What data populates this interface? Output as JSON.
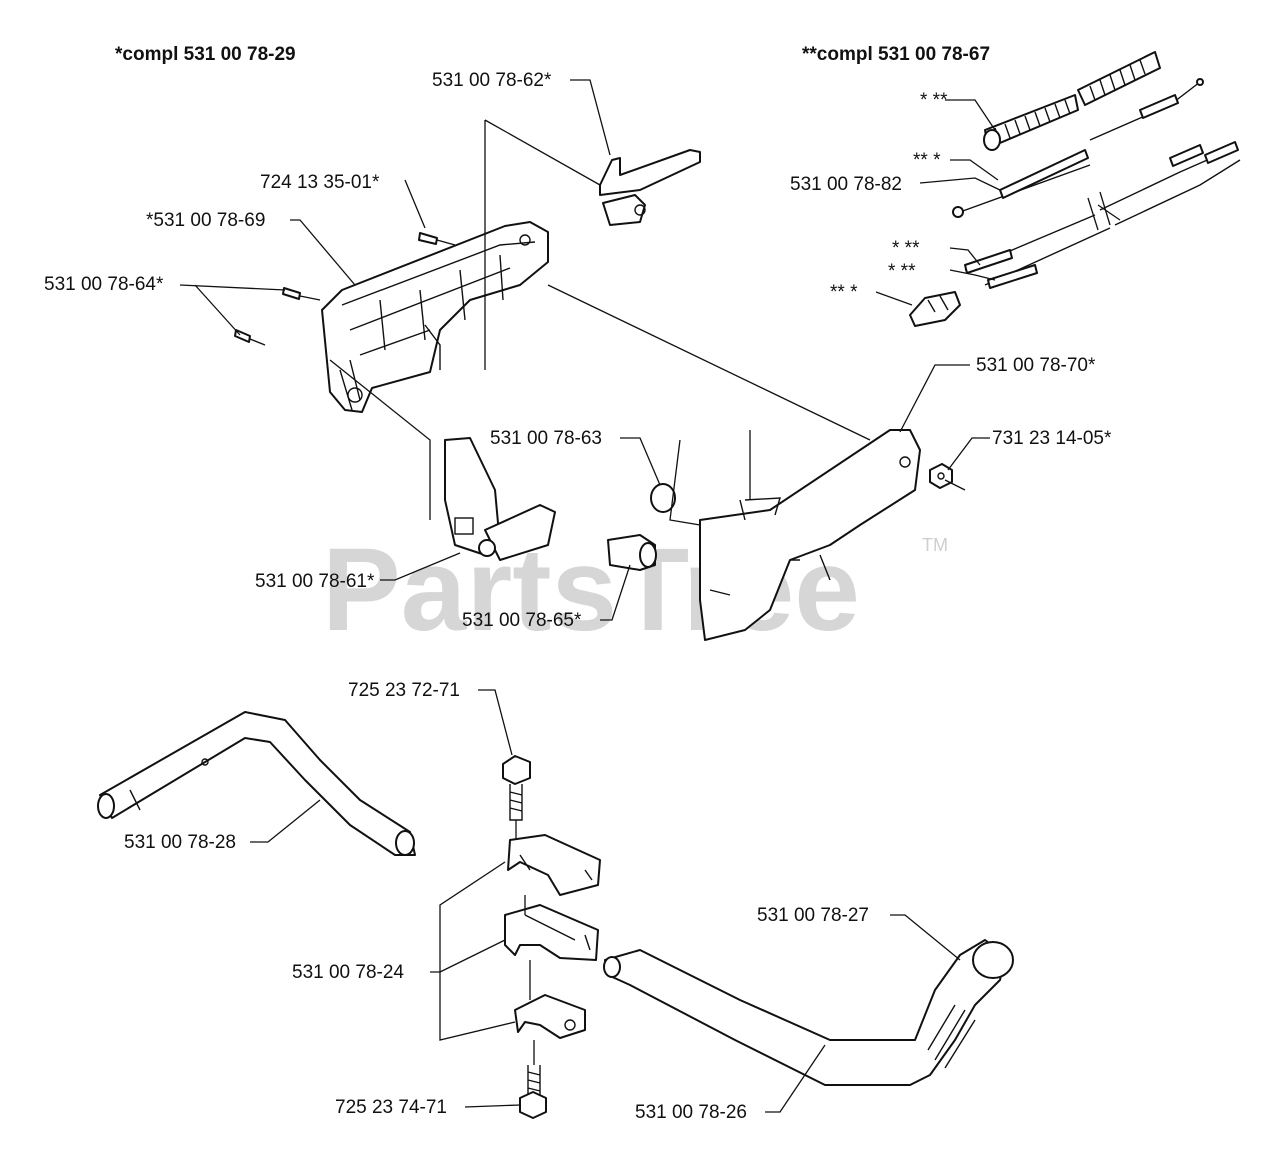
{
  "headers": {
    "left_kit": "*compl 531 00 78-29",
    "right_kit": "**compl 531 00 78-67"
  },
  "labels": {
    "p62": "531 00 78-62*",
    "p724": "724 13 35-01*",
    "p69": "*531 00 78-69",
    "p64": "531 00 78-64*",
    "p82": "531 00 78-82",
    "s1": "* **",
    "s2": "** *",
    "s3": "* **",
    "s4": "* **",
    "s5": "** *",
    "p70": "531 00 78-70*",
    "p731": "731 23 14-05*",
    "p63": "531 00 78-63",
    "p61": "531 00 78-61*",
    "p65": "531 00 78-65*",
    "p72571": "725 23 72-71",
    "p28": "531 00 78-28",
    "p27": "531 00 78-27",
    "p24": "531 00 78-24",
    "p72574": "725 23 74-71",
    "p26": "531 00 78-26"
  },
  "watermark": {
    "text": "PartsTree",
    "trademark": "TM"
  }
}
